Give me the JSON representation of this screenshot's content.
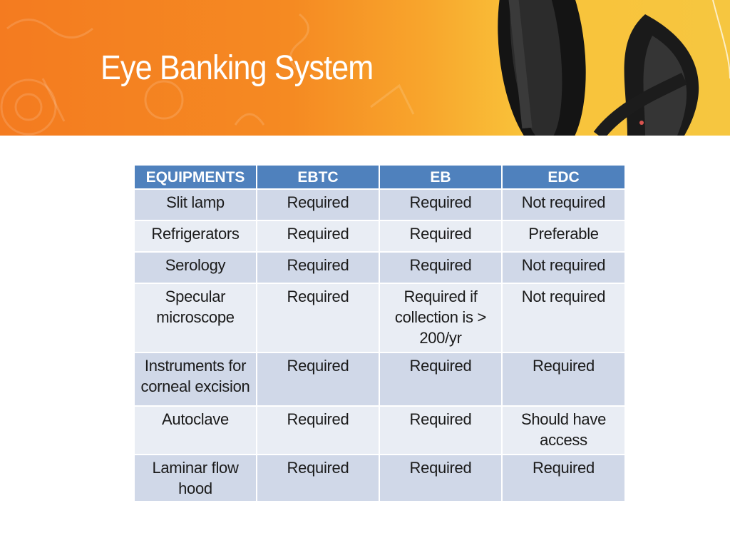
{
  "slide": {
    "title": "Eye Banking System"
  },
  "table": {
    "headers": [
      "EQUIPMENTS",
      "EBTC",
      "EB",
      "EDC"
    ],
    "rows": [
      [
        "Slit lamp",
        "Required",
        "Required",
        "Not required"
      ],
      [
        "Refrigerators",
        "Required",
        "Required",
        "Preferable"
      ],
      [
        "Serology",
        "Required",
        "Required",
        "Not required"
      ],
      [
        "Specular microscope",
        "Required",
        "Required if collection is > 200/yr",
        "Not required"
      ],
      [
        "Instruments for corneal excision",
        "Required",
        "Required",
        "Required"
      ],
      [
        "Autoclave",
        "Required",
        "Required",
        "Should have access"
      ],
      [
        "Laminar flow hood",
        "Required",
        "Required",
        "Required"
      ]
    ]
  },
  "colors": {
    "banner_orange": "#f47b20",
    "banner_yellow": "#f9c33a",
    "header_blue": "#4f81bd",
    "row_dark": "#d0d8e8",
    "row_light": "#e9edf4"
  },
  "decor": {
    "banner_image": "headphones-photo"
  }
}
